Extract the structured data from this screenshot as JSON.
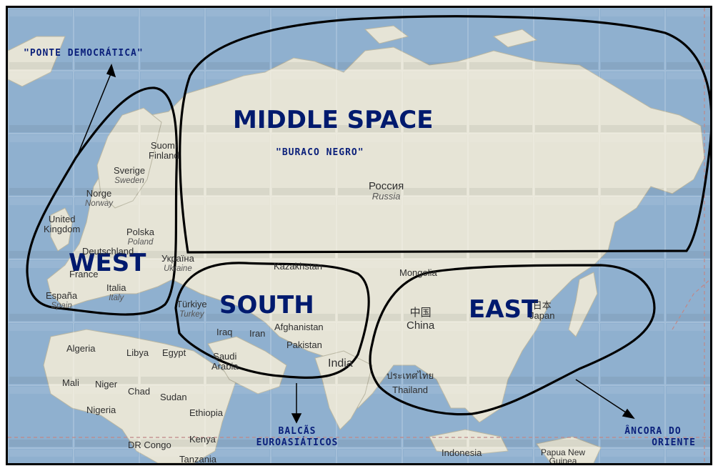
{
  "colors": {
    "ocean": "#8fb0cf",
    "land": "#e6e4d6",
    "region_outline": "#000000",
    "label": "#001a6e"
  },
  "regions": {
    "west": "WEST",
    "middle_space": "MIDDLE SPACE",
    "south": "SOUTH",
    "east": "EAST"
  },
  "annotations": {
    "ponte_democratica": "\"PONTE DEMOCRÁTICA\"",
    "buraco_negro": "\"BURACO NEGRO\"",
    "balcas_line1": "BALCÃS",
    "balcas_line2": "EUROASIÁTICOS",
    "ancora_line1": "ÂNCORA DO",
    "ancora_line2": "ORIENTE"
  },
  "countries": {
    "finland": {
      "native": "Suomi",
      "english": "Finland"
    },
    "sweden": {
      "native": "Sverige",
      "english": "Sweden"
    },
    "norway": {
      "native": "Norge",
      "english": "Norway"
    },
    "uk": {
      "line1": "United",
      "line2": "Kingdom"
    },
    "poland": {
      "native": "Polska",
      "english": "Poland"
    },
    "germany": "Deutschland",
    "france": "France",
    "ukraine": {
      "native": "Україна",
      "english": "Ukraine"
    },
    "russia": {
      "native": "Россия",
      "english": "Russia"
    },
    "spain": {
      "native": "España",
      "english": "Spain"
    },
    "italy": {
      "native": "Italia",
      "english": "Italy"
    },
    "kazakhstan": "Kazakhstan",
    "mongolia": "Mongolia",
    "turkey": {
      "native": "Türkiye",
      "english": "Turkey"
    },
    "iraq": "Iraq",
    "iran": "Iran",
    "afghanistan": "Afghanistan",
    "pakistan": "Pakistan",
    "china": {
      "native": "中国",
      "english": "China"
    },
    "japan": {
      "native": "日本",
      "english": "Japan"
    },
    "algeria": "Algeria",
    "libya": "Libya",
    "egypt": "Egypt",
    "saudi": {
      "line1": "Saudi",
      "line2": "Arabia"
    },
    "india": "India",
    "thailand": {
      "native": "ประเทศไทย",
      "english": "Thailand"
    },
    "mali": "Mali",
    "niger": "Niger",
    "chad": "Chad",
    "sudan": "Sudan",
    "nigeria": "Nigeria",
    "ethiopia": "Ethiopia",
    "kenya": "Kenya",
    "dr_congo": "DR Congo",
    "tanzania": "Tanzania",
    "indonesia": "Indonesia",
    "png": {
      "line1": "Papua New",
      "line2": "Guinea"
    }
  }
}
